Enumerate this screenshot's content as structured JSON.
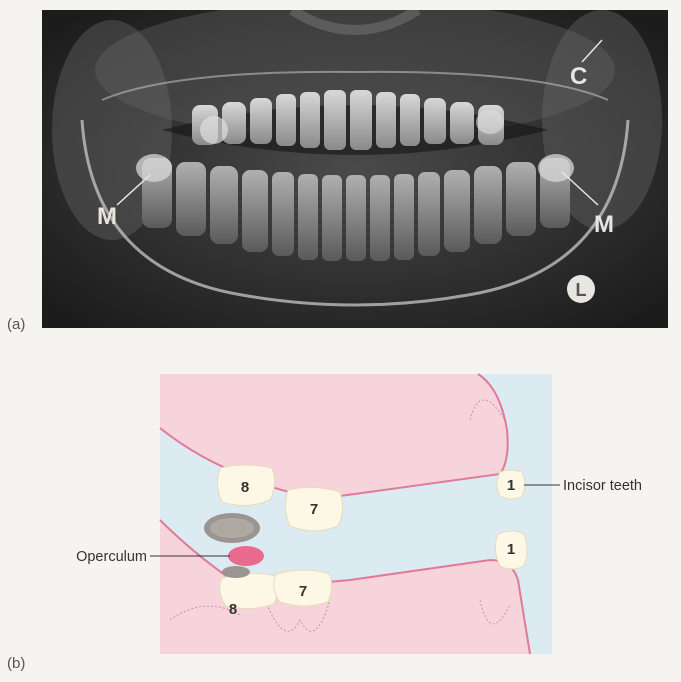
{
  "panels": {
    "a": {
      "label": "(a)",
      "annotations": {
        "left_m": "M",
        "right_m": "M",
        "condyle": "C",
        "side_marker": "L"
      }
    },
    "b": {
      "label": "(b)",
      "teeth": {
        "upper_third_molar": "8",
        "upper_second_molar": "7",
        "upper_incisor": "1",
        "lower_second_molar": "7",
        "lower_third_molar": "8",
        "lower_incisor": "1"
      },
      "callouts": {
        "incisor": "Incisor teeth",
        "operculum": "Operculum"
      }
    }
  },
  "colors": {
    "xray_background": "#2a2a2a",
    "gum_pink": "#f7d4dc",
    "gum_outline": "#e07a9a",
    "mouth_space": "#dcebf2",
    "operculum": "#e86a8c",
    "tooth": "#fdf8e6"
  }
}
